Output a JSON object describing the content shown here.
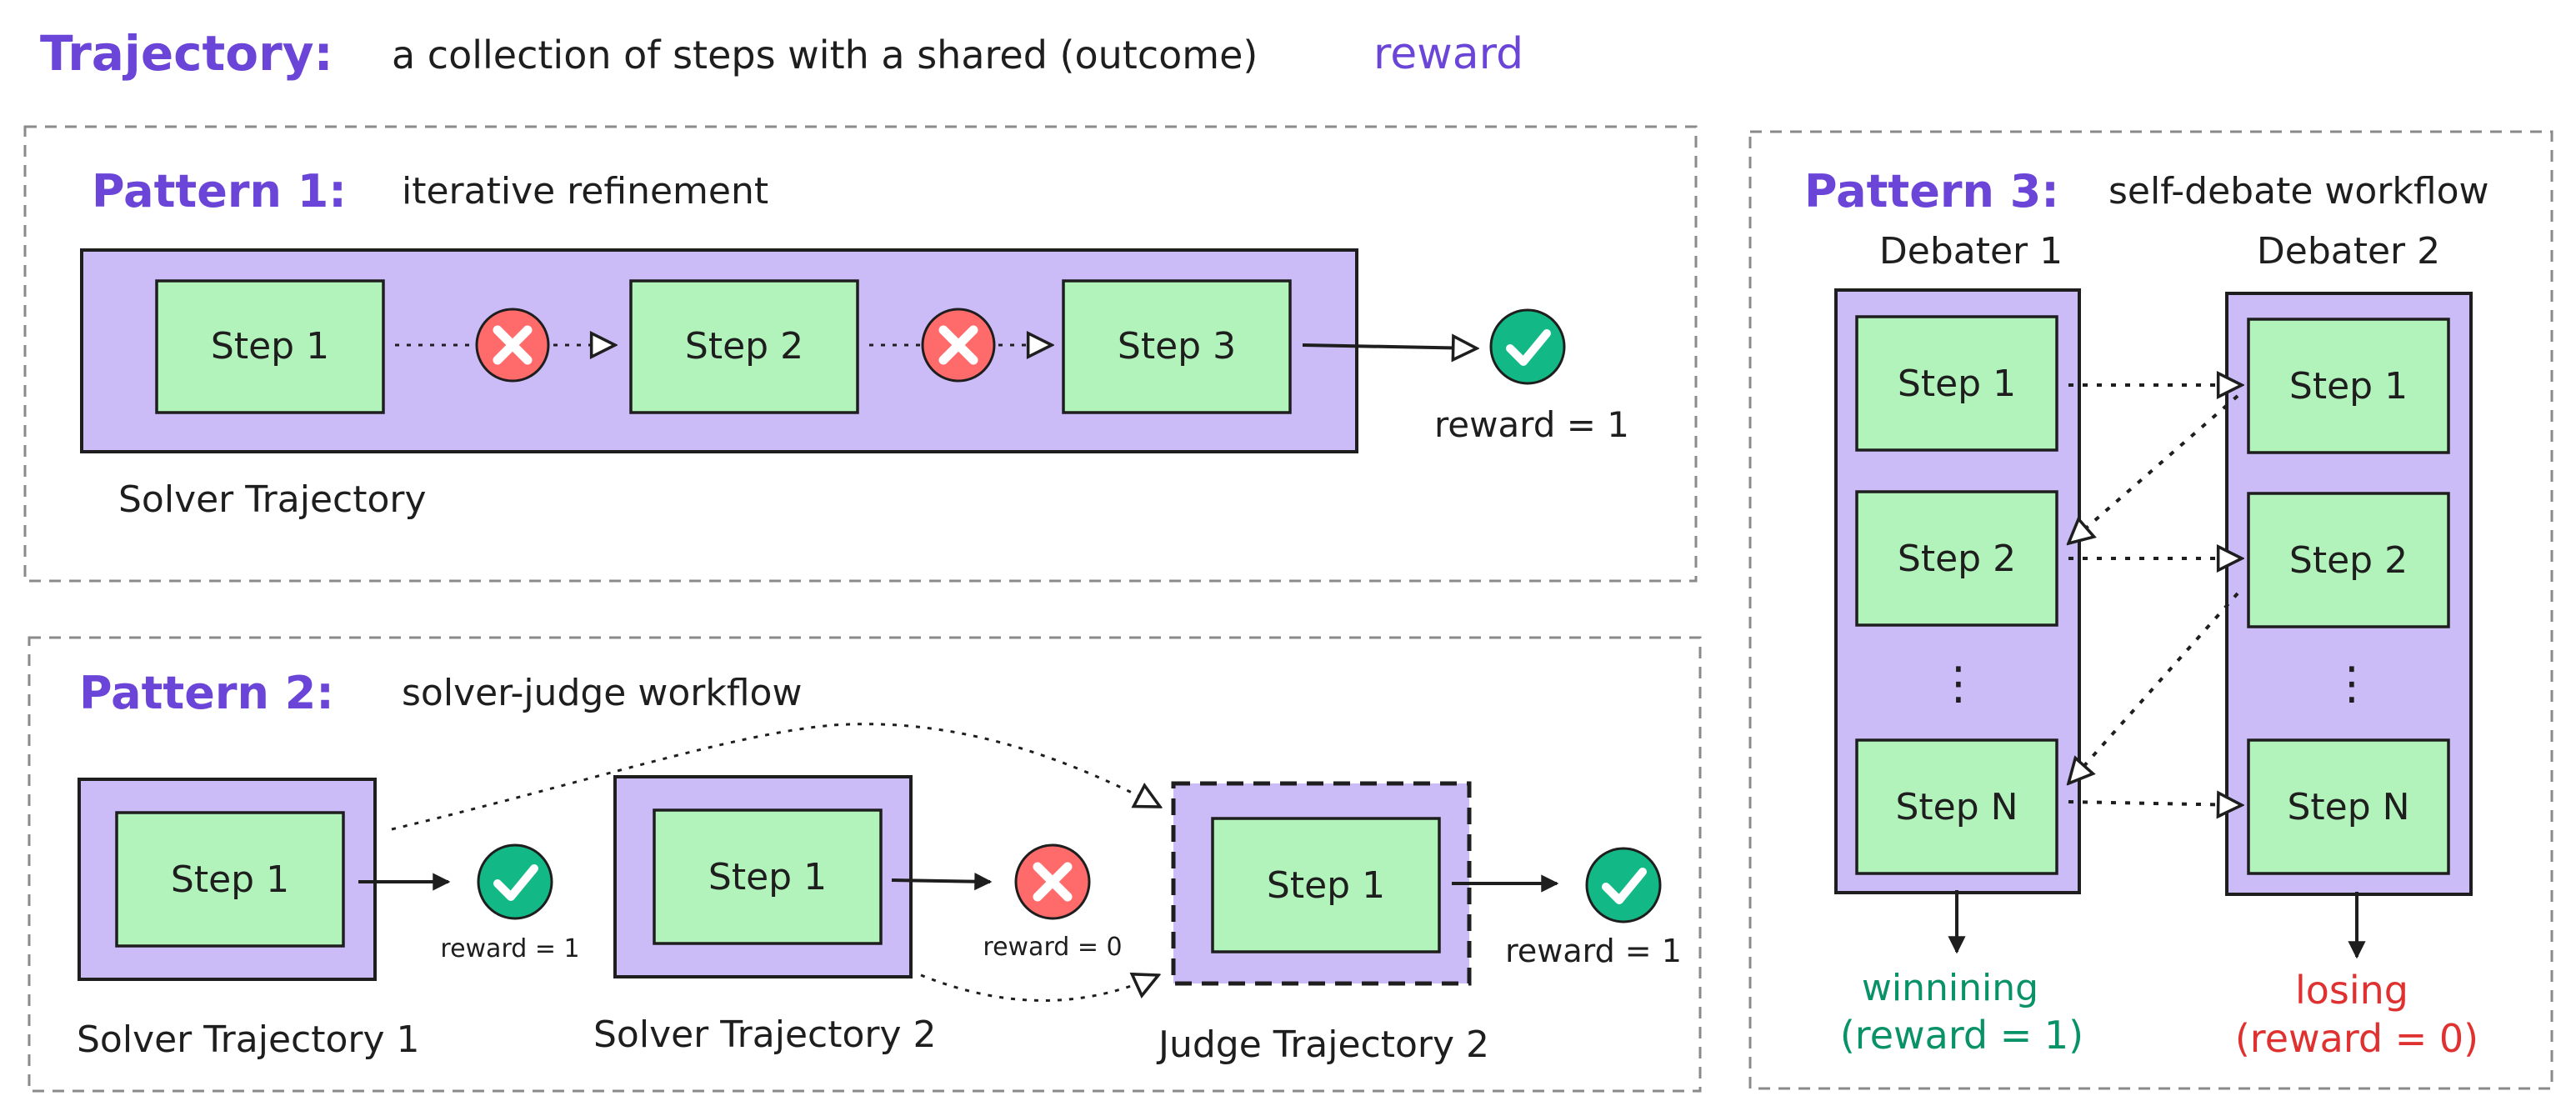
{
  "header": {
    "label": "Trajectory:",
    "description": "a collection of steps with a shared (outcome)",
    "highlight": "reward"
  },
  "pattern1": {
    "label": "Pattern 1:",
    "subtitle": "iterative refinement",
    "steps": [
      "Step 1",
      "Step 2",
      "Step 3"
    ],
    "caption": "Solver Trajectory",
    "reward": "reward = 1"
  },
  "pattern2": {
    "label": "Pattern 2:",
    "subtitle": "solver-judge workflow",
    "trajectories": [
      {
        "step": "Step 1",
        "caption": "Solver Trajectory 1",
        "reward": "reward = 1",
        "status": "success"
      },
      {
        "step": "Step 1",
        "caption": "Solver Trajectory 2",
        "reward": "reward = 0",
        "status": "fail"
      },
      {
        "step": "Step 1",
        "caption": "Judge Trajectory 2",
        "reward": "reward = 1",
        "status": "success"
      }
    ]
  },
  "pattern3": {
    "label": "Pattern 3:",
    "subtitle": "self-debate workflow",
    "debater1": {
      "title": "Debater 1",
      "steps": [
        "Step 1",
        "Step 2",
        "Step N"
      ],
      "outcome_line1": "winnining",
      "outcome_line2": "(reward = 1)"
    },
    "debater2": {
      "title": "Debater 2",
      "steps": [
        "Step 1",
        "Step 2",
        "Step N"
      ],
      "outcome_line1": "losing",
      "outcome_line2": "(reward = 0)"
    },
    "ellipsis": "⋮"
  },
  "colors": {
    "purple_text": "#6a45d8",
    "traj_fill": "#cbbcf8",
    "step_fill": "#b2f2bb",
    "success": "#0ca678",
    "fail": "#e03131",
    "win_text": "#099268",
    "lose_text": "#e03131"
  },
  "icons": {
    "success": "check-circle-icon",
    "fail": "x-circle-icon"
  }
}
